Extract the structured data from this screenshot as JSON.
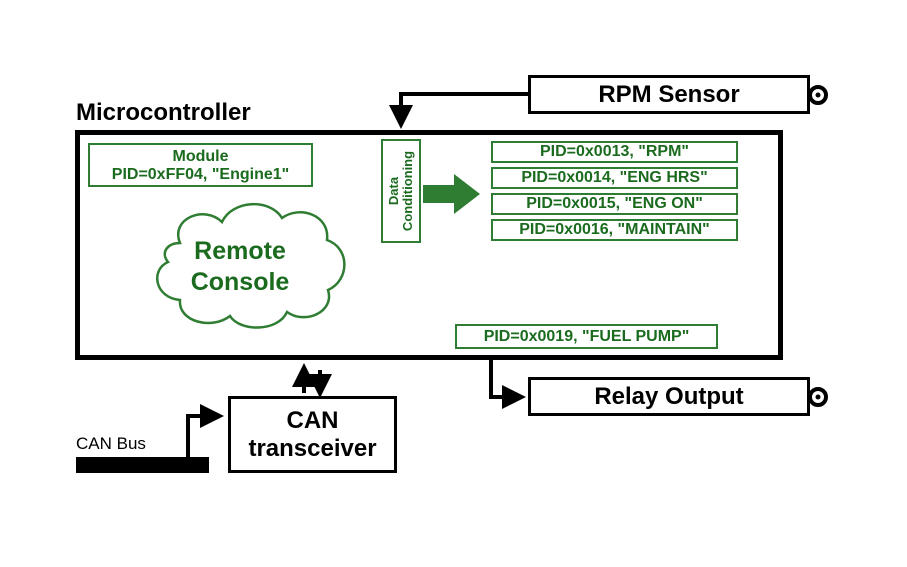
{
  "microcontroller": {
    "title": "Microcontroller"
  },
  "module": {
    "line1": "Module",
    "line2": "PID=0xFF04, \"Engine1\""
  },
  "data_conditioning": {
    "line1": "Data",
    "line2": "Conditioning"
  },
  "pids": [
    "PID=0x0013, \"RPM\"",
    "PID=0x0014, \"ENG HRS\"",
    "PID=0x0015, \"ENG ON\"",
    "PID=0x0016, \"MAINTAIN\""
  ],
  "pid_fuel": "PID=0x0019, \"FUEL PUMP\"",
  "remote_console": {
    "line1": "Remote",
    "line2": "Console"
  },
  "rpm_sensor": {
    "label": "RPM Sensor"
  },
  "relay_output": {
    "label": "Relay Output"
  },
  "can_transceiver": {
    "line1": "CAN",
    "line2": "transceiver"
  },
  "can_bus": {
    "label": "CAN Bus"
  },
  "colors": {
    "green": "#1b6b1f",
    "green_border": "#2e7d32",
    "black": "#000000"
  }
}
